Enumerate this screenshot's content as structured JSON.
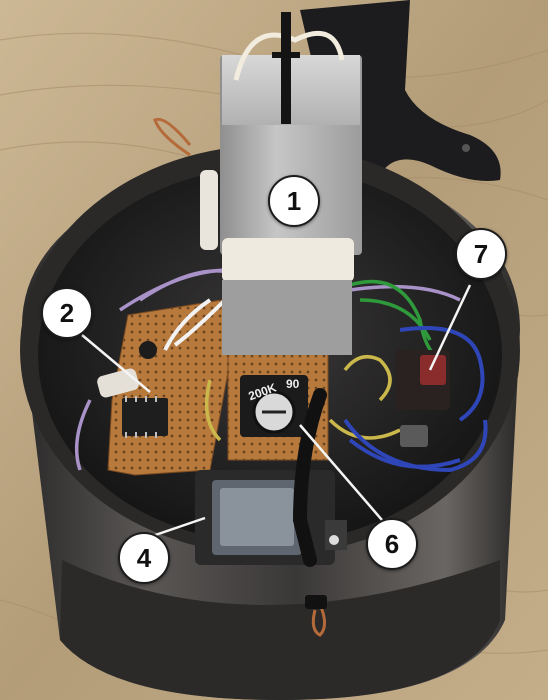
{
  "callouts": [
    {
      "label": "1"
    },
    {
      "label": "2"
    },
    {
      "label": "4"
    },
    {
      "label": "6"
    },
    {
      "label": "7"
    }
  ],
  "component_markings": {
    "trimmer_left": "200K",
    "trimmer_right": "90"
  },
  "colors": {
    "wood": "#b9a27e",
    "can_black": "#1a1a1c",
    "metal_bracket": "#a9a9a9",
    "stripboard": "#b57a3e",
    "wire_purple": "#a88fc7",
    "wire_green": "#2f9a3c",
    "wire_blue": "#2f45b8",
    "wire_yellow": "#c9b74a"
  }
}
